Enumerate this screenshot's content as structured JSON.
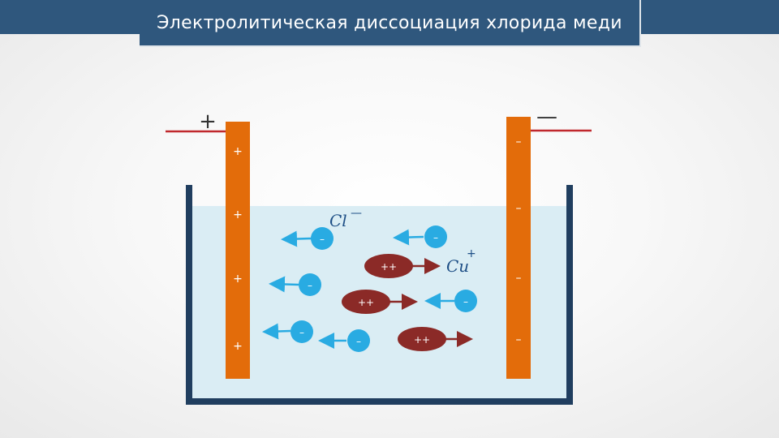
{
  "title": "Электролитическая диссоциация хлорида меди",
  "electrodes": {
    "anode": {
      "terminal_sign": "+",
      "marks": [
        "+",
        "+",
        "+",
        "+"
      ]
    },
    "cathode": {
      "terminal_sign": "—",
      "marks": [
        "–",
        "–",
        "–",
        "–"
      ]
    }
  },
  "labels": {
    "chloride": {
      "symbol": "Cl",
      "charge": "—"
    },
    "copper": {
      "symbol": "Cu",
      "charge": "+"
    }
  },
  "anion_label": "–",
  "cation_label": "++",
  "colors": {
    "header": "#2f577d",
    "electrode": "#e36c0a",
    "wire": "#c0282d",
    "vessel": "#203e5f",
    "solution": "#daedf4",
    "anion": "#29abe2",
    "cation": "#8b2a27"
  }
}
